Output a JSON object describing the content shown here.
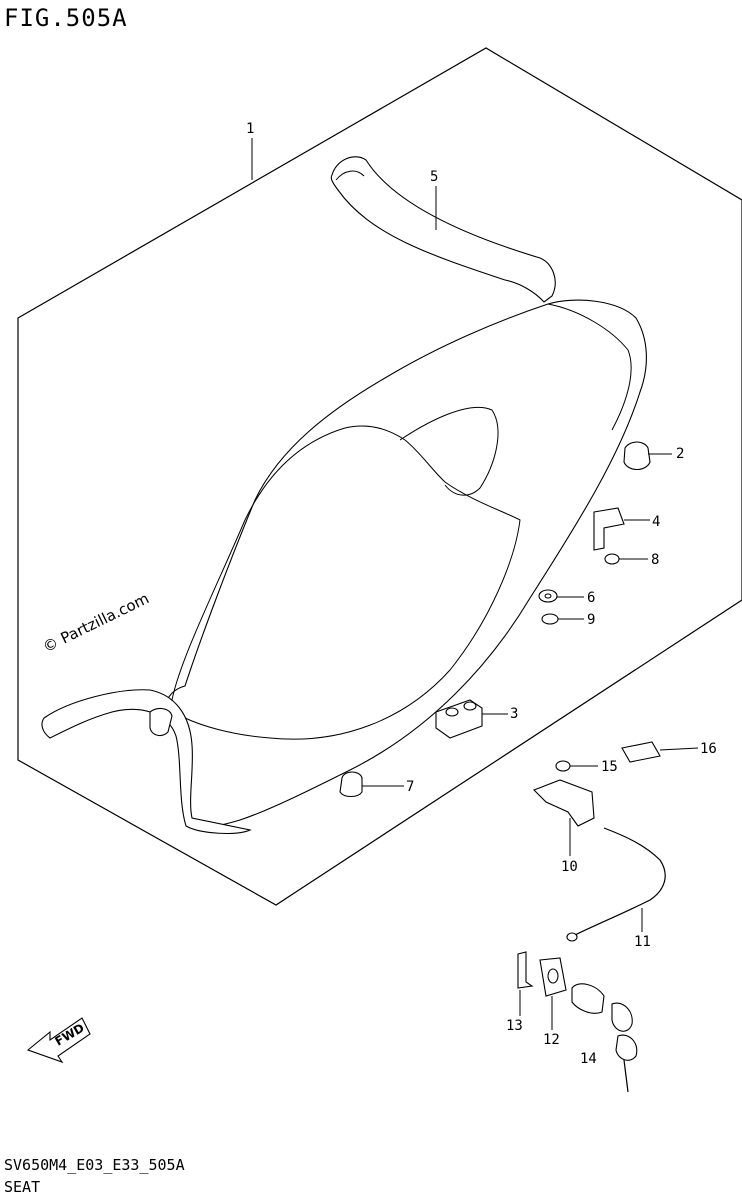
{
  "figure": {
    "title": "FIG.505A",
    "code": "SV650M4_E03_E33_505A",
    "name": "SEAT",
    "watermark": "© Partzilla.com"
  },
  "fwd_arrow": {
    "label": "FWD"
  },
  "callouts": [
    {
      "id": "1",
      "label": "1"
    },
    {
      "id": "2",
      "label": "2"
    },
    {
      "id": "3",
      "label": "3"
    },
    {
      "id": "4",
      "label": "4"
    },
    {
      "id": "5",
      "label": "5"
    },
    {
      "id": "6",
      "label": "6"
    },
    {
      "id": "7",
      "label": "7"
    },
    {
      "id": "8",
      "label": "8"
    },
    {
      "id": "9",
      "label": "9"
    },
    {
      "id": "10",
      "label": "10"
    },
    {
      "id": "11",
      "label": "11"
    },
    {
      "id": "12",
      "label": "12"
    },
    {
      "id": "13",
      "label": "13"
    },
    {
      "id": "14",
      "label": "14"
    },
    {
      "id": "15",
      "label": "15"
    },
    {
      "id": "16",
      "label": "16"
    }
  ]
}
